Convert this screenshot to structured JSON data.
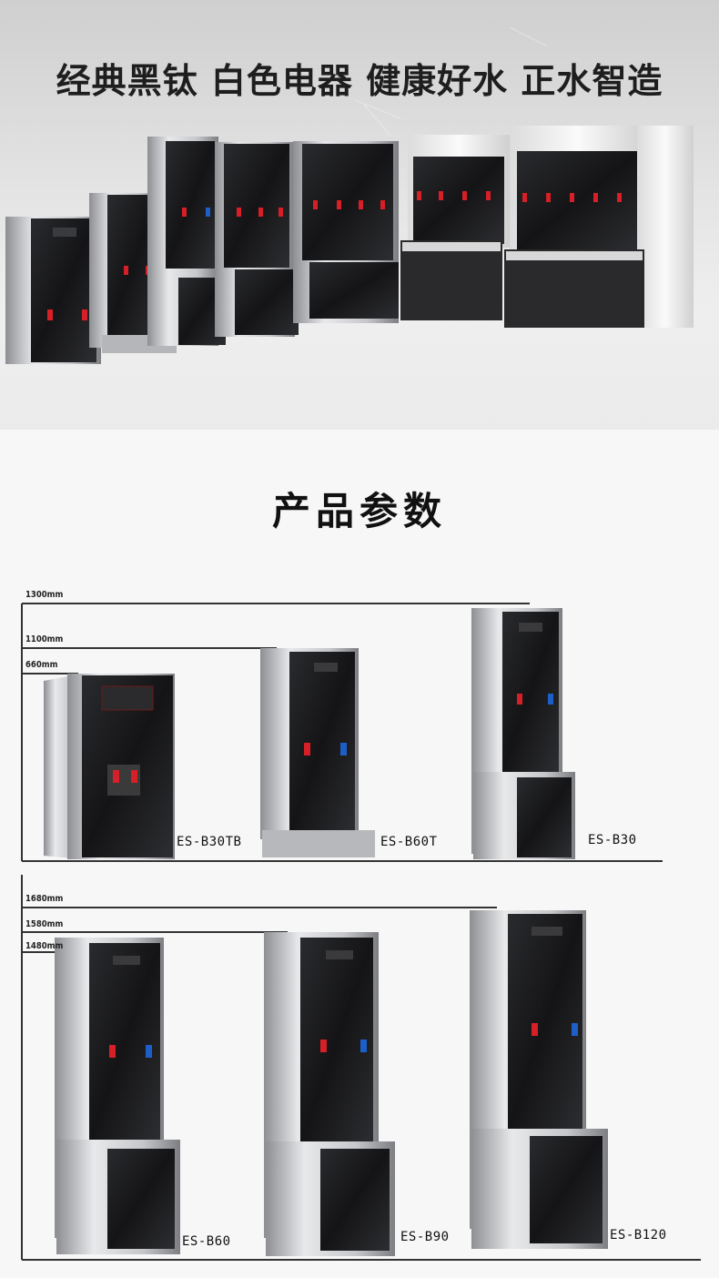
{
  "hero": {
    "slogan": "经典黑钛 白色电器 健康好水 正水智造"
  },
  "params": {
    "title": "产品参数"
  },
  "diagram_top": {
    "heights": [
      "1300mm",
      "1100mm",
      "660mm"
    ],
    "models": [
      "ES-B30TB",
      "ES-B60T",
      "ES-B30"
    ]
  },
  "diagram_bottom": {
    "heights": [
      "1680mm",
      "1580mm",
      "1480mm"
    ],
    "models": [
      "ES-B60",
      "ES-B90",
      "ES-B120"
    ]
  },
  "colors": {
    "panel": "#1d1d1f",
    "steel": "#c8c9cc",
    "hot_tap": "#d61f26",
    "cold_tap": "#1d5fc9"
  }
}
